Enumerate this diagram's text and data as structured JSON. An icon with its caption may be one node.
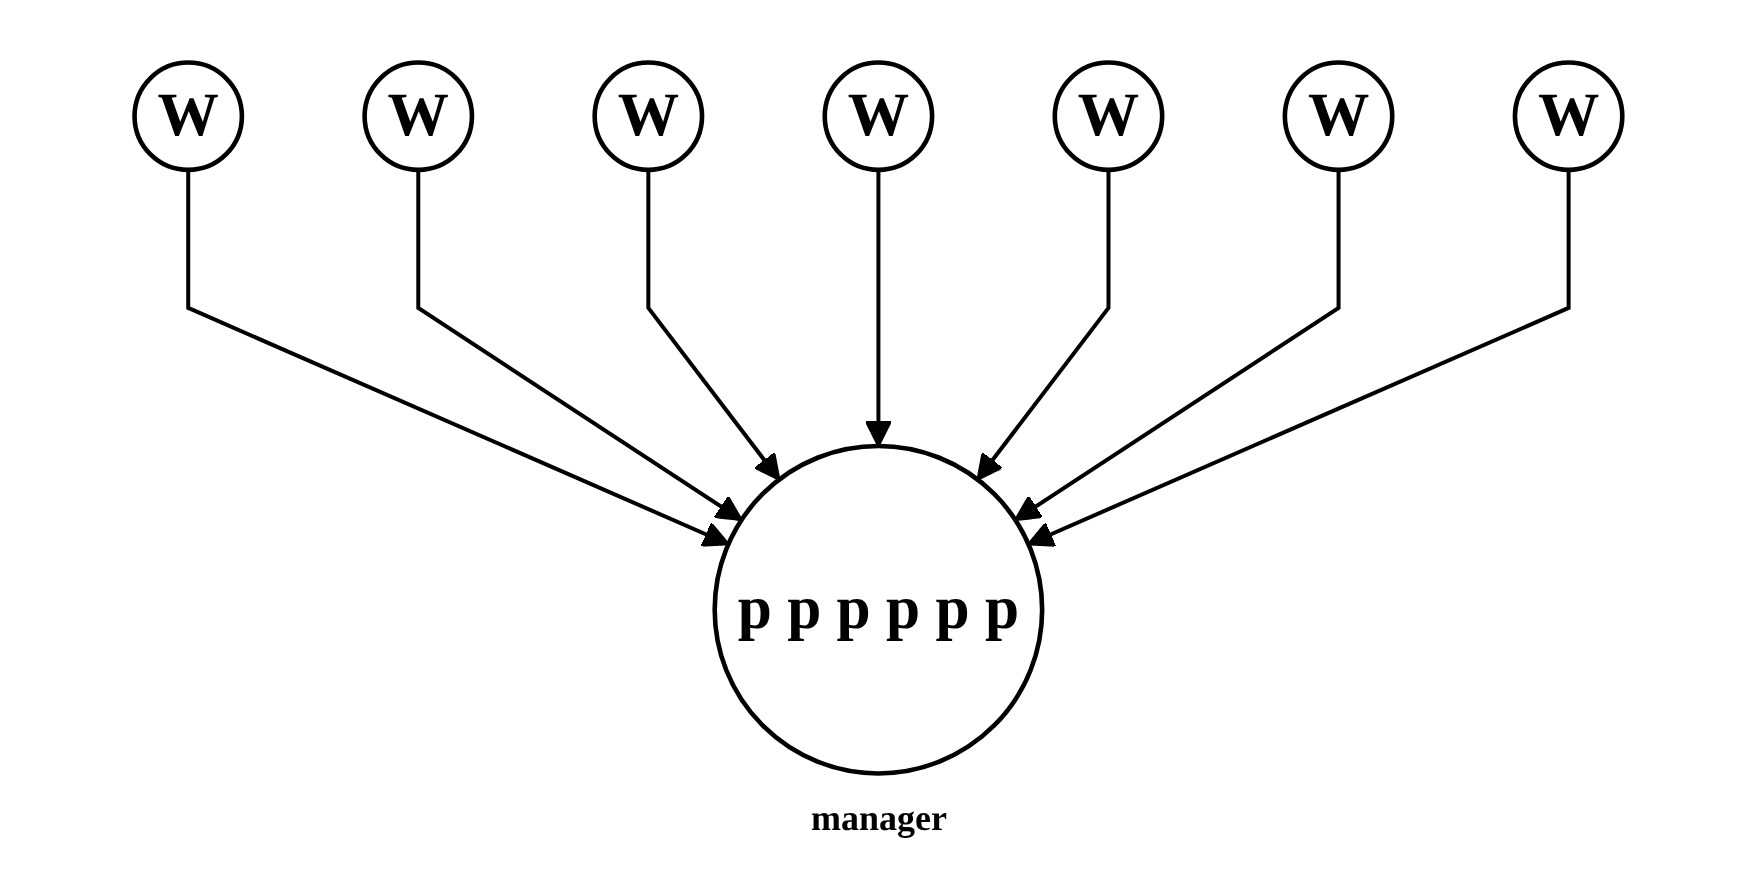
{
  "diagram": {
    "nodes": [
      {
        "text": [
          "W"
        ]
      },
      {
        "text": [
          "W"
        ]
      },
      {
        "text": [
          "W"
        ]
      },
      {
        "text": [
          "W"
        ]
      },
      {
        "text": [
          "W"
        ]
      },
      {
        "text": [
          "W"
        ]
      },
      {
        "text": [
          "p p p p p p"
        ],
        "beside": [
          "manager"
        ]
      },
      {
        "text": [
          "W"
        ]
      }
    ],
    "edges": [
      {
        "from": 0,
        "to": 6,
        "arrow": "to"
      },
      {
        "from": 1,
        "to": 6,
        "arrow": "to"
      },
      {
        "from": 2,
        "to": 6,
        "arrow": "to"
      },
      {
        "from": 3,
        "to": 6,
        "arrow": "to"
      },
      {
        "from": 4,
        "to": 6,
        "arrow": "to"
      },
      {
        "from": 5,
        "to": 6,
        "arrow": "to"
      },
      {
        "from": 7,
        "to": 6,
        "arrow": "to"
      }
    ]
  }
}
